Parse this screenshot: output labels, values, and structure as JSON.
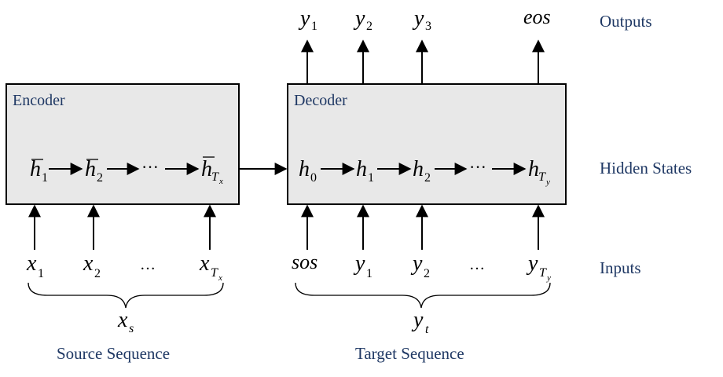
{
  "encoder": {
    "title": "Encoder",
    "states": [
      {
        "base": "h",
        "sub": "1"
      },
      {
        "base": "h",
        "sub": "2"
      },
      {
        "ellipsis": "···"
      },
      {
        "base": "h",
        "sub": "T",
        "subsub": "x"
      }
    ]
  },
  "decoder": {
    "title": "Decoder",
    "states": [
      {
        "base": "h",
        "sub": "0"
      },
      {
        "base": "h",
        "sub": "1"
      },
      {
        "base": "h",
        "sub": "2"
      },
      {
        "ellipsis": "···"
      },
      {
        "base": "h",
        "sub": "T",
        "subsub": "y"
      }
    ]
  },
  "encoder_inputs": [
    {
      "base": "x",
      "sub": "1"
    },
    {
      "base": "x",
      "sub": "2"
    },
    {
      "ellipsis": "…"
    },
    {
      "base": "x",
      "sub": "T",
      "subsub": "x"
    }
  ],
  "decoder_inputs": [
    {
      "text": "sos"
    },
    {
      "base": "y",
      "sub": "1"
    },
    {
      "base": "y",
      "sub": "2"
    },
    {
      "ellipsis": "…"
    },
    {
      "base": "y",
      "sub": "T",
      "subsub": "y"
    }
  ],
  "outputs": [
    {
      "base": "y",
      "sub": "1"
    },
    {
      "base": "y",
      "sub": "2"
    },
    {
      "base": "y",
      "sub": "3"
    },
    {
      "text": "eos"
    }
  ],
  "row_labels": {
    "outputs": "Outputs",
    "hidden": "Hidden States",
    "inputs": "Inputs"
  },
  "source": {
    "symbol": {
      "base": "x",
      "sub": "s"
    },
    "caption": "Source Sequence"
  },
  "target": {
    "symbol": {
      "base": "y",
      "sub": "t"
    },
    "caption": "Target Sequence"
  },
  "colors": {
    "box_fill": "#e8e8e8",
    "label": "#1f3864",
    "stroke": "#000000"
  }
}
